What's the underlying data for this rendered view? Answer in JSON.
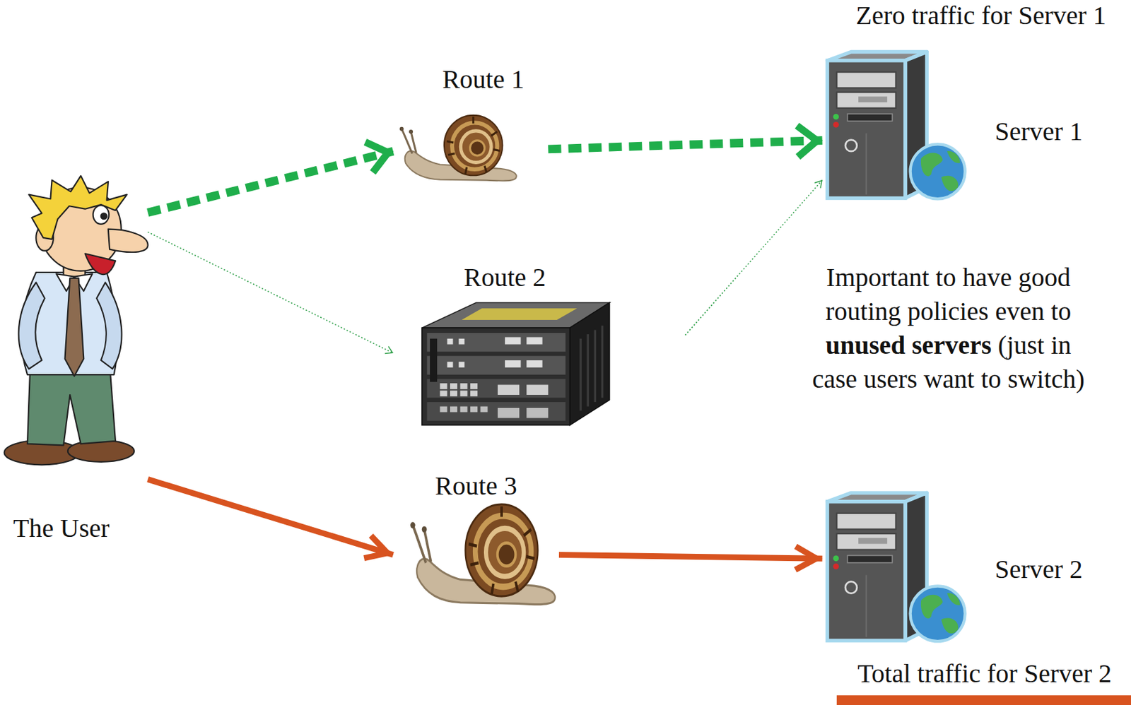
{
  "diagram": {
    "nodes": [
      {
        "text": [
          "The User"
        ]
      },
      {
        "text": [
          "Route 1"
        ]
      },
      {
        "text": [
          "Route 2"
        ]
      },
      {
        "text": [
          "Route 3"
        ]
      },
      {
        "text": [
          "Server 1"
        ]
      },
      {
        "text": [
          "Server 2"
        ]
      }
    ],
    "edges": [
      {
        "from": 0,
        "to": 1,
        "arrow": "to"
      },
      {
        "from": 1,
        "to": 4,
        "arrow": "to"
      },
      {
        "from": 0,
        "to": 2,
        "arrow": "to"
      },
      {
        "from": 2,
        "to": 4,
        "arrow": "to"
      },
      {
        "from": 0,
        "to": 3,
        "arrow": "to"
      },
      {
        "from": 3,
        "to": 5,
        "arrow": "to"
      }
    ],
    "labels": [
      "Zero traffic for Server 1",
      "Important to have good routing policies even to",
      "unused servers",
      "(just in case users want to switch)",
      "Total traffic for Server 2"
    ]
  }
}
